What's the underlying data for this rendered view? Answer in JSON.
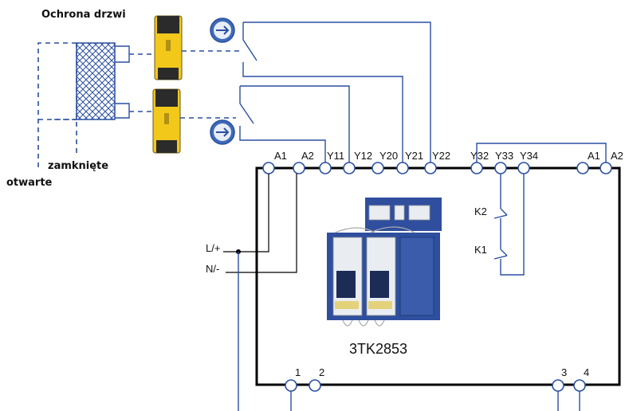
{
  "labels": {
    "door_guard": "Ochrona drzwi",
    "closed": "zamknięte",
    "open": "otwarte",
    "supply_plus": "L/+",
    "supply_minus": "N/-",
    "device_model": "3TK2853",
    "relay_k1": "K1",
    "relay_k2": "K2"
  },
  "terminals": {
    "top": [
      "A1",
      "A2",
      "Y11",
      "Y12",
      "Y20",
      "Y21",
      "Y22",
      "Y32",
      "Y33",
      "Y34",
      "A1",
      "A2"
    ],
    "bottom": [
      "1",
      "2",
      "3",
      "4"
    ]
  },
  "icons": {
    "door_switch": "door-switch-icon",
    "arrow_actuator": "arrow-right-icon",
    "relay_device": "safety-relay-icon"
  },
  "colors": {
    "wire": "#2a4fa0",
    "switch_yellow": "#f2c81b",
    "housing": "#000000"
  }
}
